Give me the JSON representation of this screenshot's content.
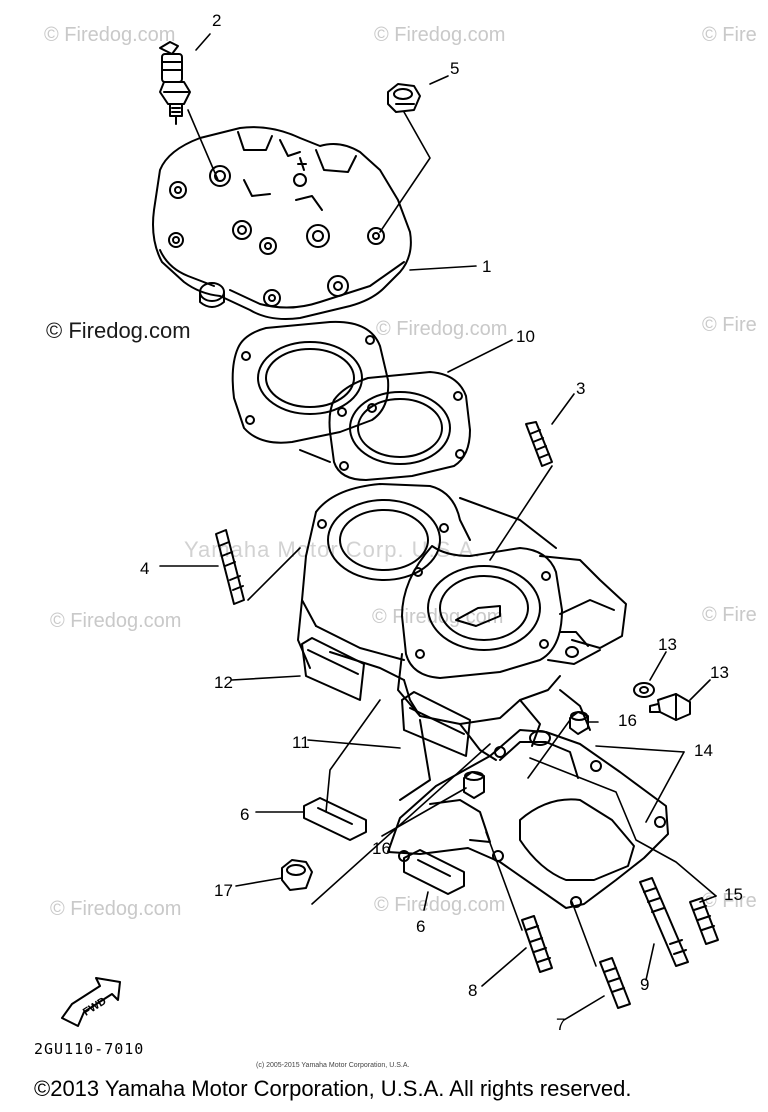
{
  "watermarks": {
    "firedog": "© Firedog.com",
    "firedog_partial": "© Fire",
    "center_text": "Yamaha Motor Corp. U.S.A."
  },
  "diagram_code": "2GU110-7010",
  "small_credit": "(c) 2005-2015 Yamaha Motor Corporation, U.S.A.",
  "copyright": "©2013 Yamaha Motor Corporation, U.S.A. All rights reserved.",
  "fwd_label": "FWD",
  "callouts": [
    "1",
    "2",
    "3",
    "4",
    "5",
    "6",
    "6",
    "7",
    "8",
    "9",
    "10",
    "11",
    "12",
    "13",
    "13",
    "14",
    "15",
    "16",
    "16",
    "17"
  ],
  "parts": {
    "spark_plug": "spark-plug",
    "cylinder_head": "cylinder-head",
    "head_gasket": "head-gasket",
    "cylinder": "cylinder",
    "base_gasket": "base-gasket"
  }
}
